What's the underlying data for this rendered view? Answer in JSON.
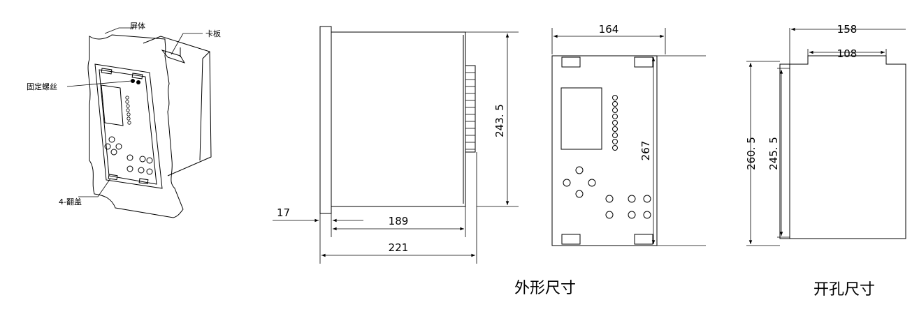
{
  "iso_view": {
    "label_screen_body": "屏体",
    "label_clamp_plate": "卡板",
    "label_fixing_screw": "固定螺丝",
    "label_flip_cover": "4-翻盖"
  },
  "side_view": {
    "dim_panel_thickness": "17",
    "dim_body_depth": "189",
    "dim_total_depth": "221",
    "dim_body_height": "243. 5"
  },
  "front_view": {
    "dim_width": "164",
    "dim_height": "267"
  },
  "cutout_view": {
    "dim_outer_width": "158",
    "dim_inner_width": "108",
    "dim_outer_height": "260. 5",
    "dim_inner_height": "245. 5"
  },
  "captions": {
    "outline_dimensions": "外形尺寸",
    "cutout_dimensions": "开孔尺寸"
  }
}
